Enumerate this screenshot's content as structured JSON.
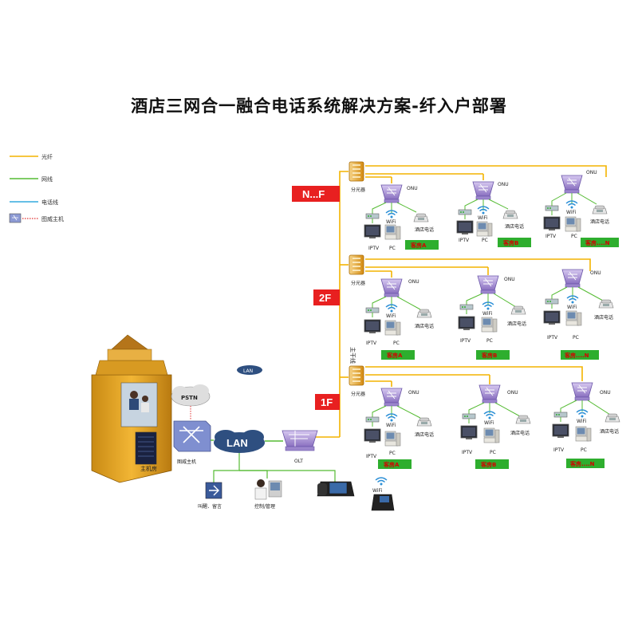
{
  "title": "酒店三网合一融合电话系统解决方案-纤入户部署",
  "legend": [
    {
      "label": "光纤",
      "color": "#f4b400"
    },
    {
      "label": "网线",
      "color": "#55bb33"
    },
    {
      "label": "电话线",
      "color": "#33aadd"
    },
    {
      "label": "图威主机",
      "color": "#e03030"
    }
  ],
  "floors": [
    {
      "label": "N...F"
    },
    {
      "label": "2F"
    },
    {
      "label": "1F"
    }
  ],
  "trunk_label": "主干线",
  "splitter_label": "分光器",
  "onu_label": "ONU",
  "wifi_label": "WiFi",
  "device_labels": {
    "iptv": "IPTV",
    "iptv_short": "IPTV",
    "pc": "PC",
    "phone": "酒店电话"
  },
  "rooms_top": [
    "客房A",
    "客房B",
    "客房....N"
  ],
  "rooms_mid": [
    "客房A",
    "客房B",
    "客房....N"
  ],
  "rooms_bottom": [
    "客房A",
    "客房B",
    "客房....N"
  ],
  "core": {
    "pstn": "PSTN",
    "lan": "LAN",
    "lan_small": "LAN",
    "olt": "OLT",
    "host": "图威主机",
    "machine_room": "主机房",
    "wakeup": "叫醒、留言",
    "control": "控制/管理",
    "wifi": "WiFi"
  }
}
